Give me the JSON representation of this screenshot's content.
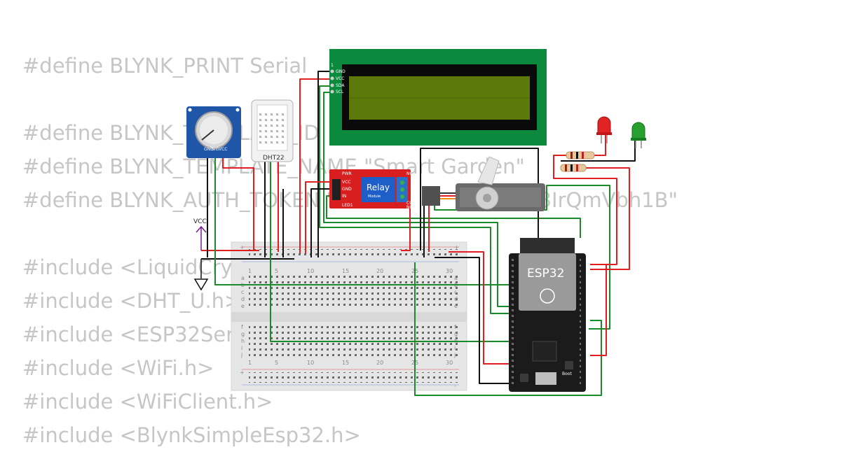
{
  "code_lines": [
    "#define BLYNK_PRINT Serial",
    "",
    "#define BLYNK_TEMPLATE_ID",
    "#define BLYNK_TEMPLATE_NAME \"Smart Garden\"",
    "#define BLYNK_AUTH_TOKEN \"                    vBiswN3IrQmVbh1B\"",
    "",
    "#include <LiquidCrystal_I2C.h>",
    "#include <DHT_U.h>",
    "#include <ESP32Servo.h>",
    "#include <WiFi.h>",
    "#include <WiFiClient.h>",
    "#include <BlynkSimpleEsp32.h>"
  ],
  "components": {
    "lcd": {
      "pins": [
        "GND",
        "VCC",
        "SDA",
        "SCL"
      ],
      "pin1_marker": "1"
    },
    "dht": {
      "label": "DHT22"
    },
    "pot": {
      "pins": [
        "GND",
        "SIG",
        "VCC"
      ]
    },
    "relay": {
      "label": "Relay",
      "sub_label": "Module",
      "left_pins": [
        "PWR",
        "VCC",
        "GND",
        "IN",
        "LED1"
      ],
      "right_pins": [
        "NC",
        "COM",
        "NO"
      ]
    },
    "esp32": {
      "label": "ESP32",
      "boot_label": "Boot"
    },
    "vcc": {
      "label": "VCC"
    }
  },
  "breadboard": {
    "column_numbers": [
      "1",
      "5",
      "10",
      "15",
      "20",
      "25",
      "30"
    ],
    "rows_top": [
      "a",
      "b",
      "c",
      "d",
      "e"
    ],
    "rows_bottom": [
      "f",
      "g",
      "h",
      "i",
      "j"
    ],
    "rail_plus": "+",
    "rail_minus": "-"
  },
  "colors": {
    "wire_red": "#e02020",
    "wire_black": "#111111",
    "wire_green": "#1a8a2a",
    "lcd_board": "#0b8a3e",
    "lcd_screen": "#5c7a0a",
    "relay_board": "#d81e1e",
    "esp32_board": "#1b1b1b",
    "code_text": "#c6c6c6"
  }
}
